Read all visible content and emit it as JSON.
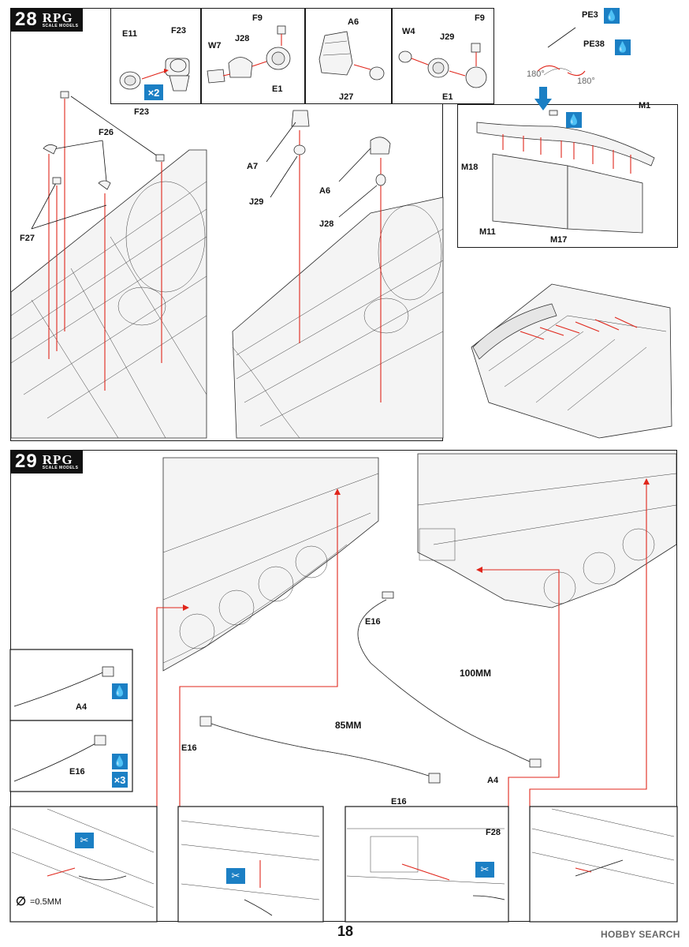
{
  "page": {
    "number": "18",
    "watermark": "HOBBY SEARCH"
  },
  "brand": {
    "name": "RPG",
    "subtitle": "SCALE MODELS"
  },
  "colors": {
    "accent_red": "#e0261b",
    "icon_blue": "#1b7fc4",
    "badge_black": "#111111"
  },
  "step28": {
    "number": "28",
    "sub1": {
      "labels": [
        "E11",
        "F23"
      ],
      "multiplier": "×2"
    },
    "sub2": {
      "labels": [
        "F9",
        "W7",
        "J28",
        "E1"
      ]
    },
    "sub3": {
      "labels": [
        "A6",
        "J27"
      ]
    },
    "sub4": {
      "labels": [
        "W4",
        "J29",
        "F9",
        "E1"
      ]
    },
    "sub5": {
      "labels": [
        "PE3",
        "PE38",
        "180°",
        "180°",
        "M1",
        "M18",
        "M11",
        "M17"
      ]
    },
    "main_left": {
      "labels": [
        "F23",
        "F26",
        "F27"
      ]
    },
    "main_mid": {
      "labels": [
        "A7",
        "J29",
        "A6",
        "J28"
      ]
    },
    "icons": [
      "glue-drop-icon",
      "glue-drop-icon",
      "glue-drop-icon"
    ]
  },
  "step29": {
    "number": "29",
    "insets": [
      {
        "label": "A4",
        "icon": "glue-drop-icon"
      },
      {
        "label": "E16",
        "icon": "glue-drop-icon",
        "multiplier": "×3"
      }
    ],
    "cables": [
      {
        "length": "100MM",
        "ends": [
          "E16",
          "A4"
        ]
      },
      {
        "length": "85MM",
        "ends": [
          "E16",
          "E16"
        ]
      }
    ],
    "bottom": {
      "drill_note": "=0.5MM",
      "part_label": "F28",
      "icons": [
        "cut-icon",
        "cut-icon",
        "cut-icon"
      ]
    }
  }
}
